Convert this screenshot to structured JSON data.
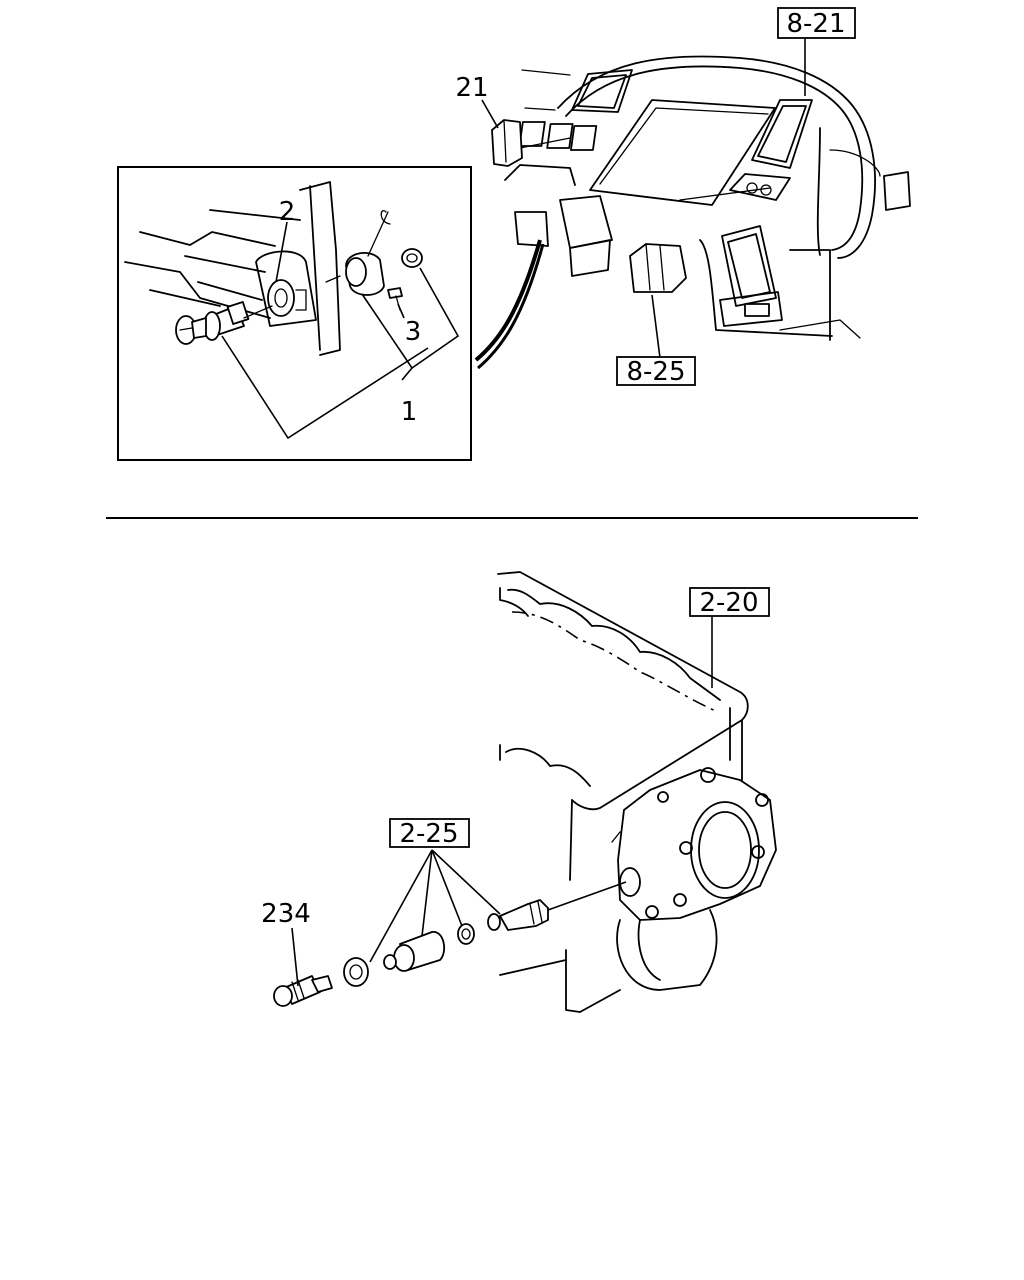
{
  "callouts": {
    "ref_8_21": "8-21",
    "ref_8_25": "8-25",
    "ref_2_20": "2-20",
    "ref_2_25": "2-25",
    "part_21": "21",
    "part_2": "2",
    "part_3": "3",
    "part_1": "1",
    "part_234": "234"
  }
}
